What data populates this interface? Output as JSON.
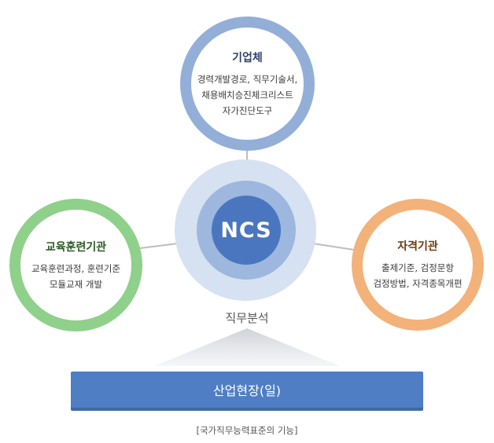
{
  "center": {
    "label": "NCS"
  },
  "nodes": {
    "enterprise": {
      "title": "기업체",
      "lines": [
        "경력개발경로, 직무기술서,",
        "채용배치승진체크리스트",
        "자가진단도구"
      ]
    },
    "education": {
      "title": "교육훈련기관",
      "lines": [
        "교육훈련과정, 훈련기준",
        "모듈교재 개발"
      ]
    },
    "qualification": {
      "title": "자격기관",
      "lines": [
        "출제기준, 검정문항",
        "검정방법, 자격종목개편"
      ]
    }
  },
  "analysis_label": "직무분석",
  "base_label": "산업현장(일)",
  "caption": "[국가직무능력표준의 기능]",
  "colors": {
    "enterprise_ring": "#93afd8",
    "education_ring": "#8fd08b",
    "qualification_ring": "#f3b27a",
    "ncs_core": "#4a76bf",
    "base_bar": "#4f7ec4"
  }
}
